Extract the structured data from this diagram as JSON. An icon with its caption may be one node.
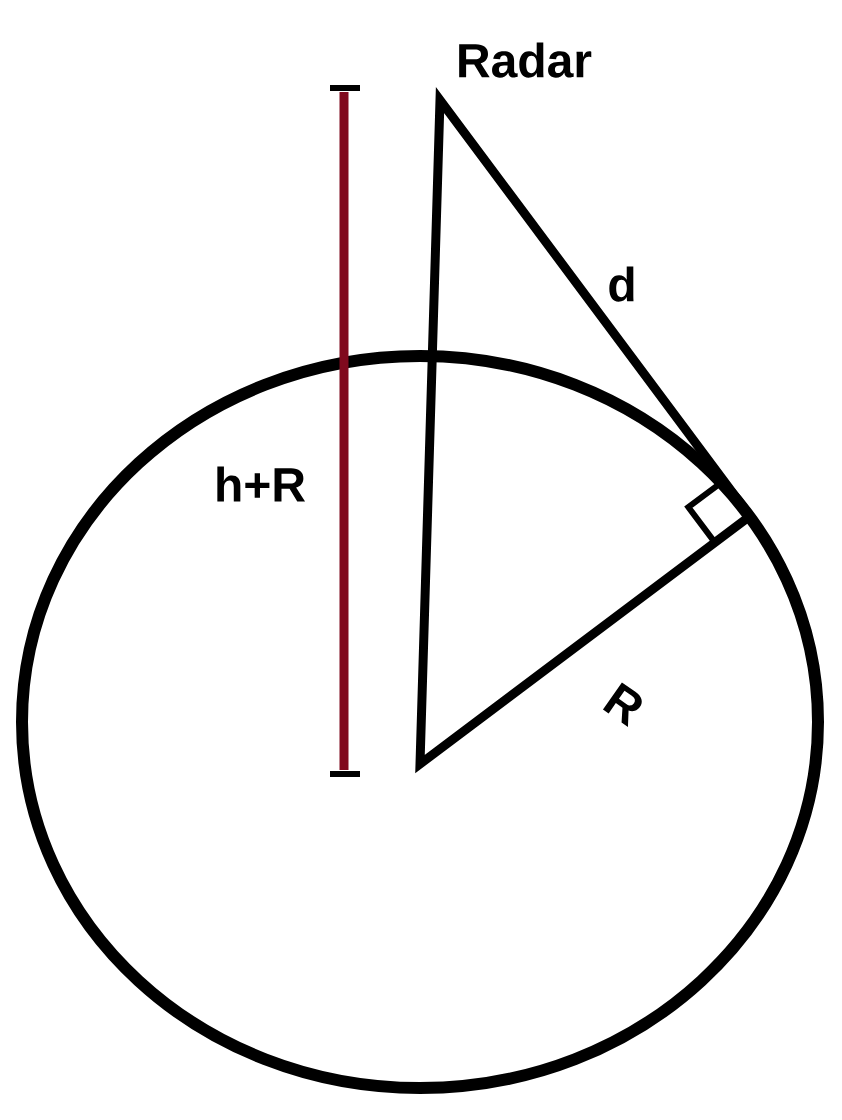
{
  "diagram": {
    "labels": [
      "Radar",
      "d",
      "h+R",
      "R"
    ]
  }
}
